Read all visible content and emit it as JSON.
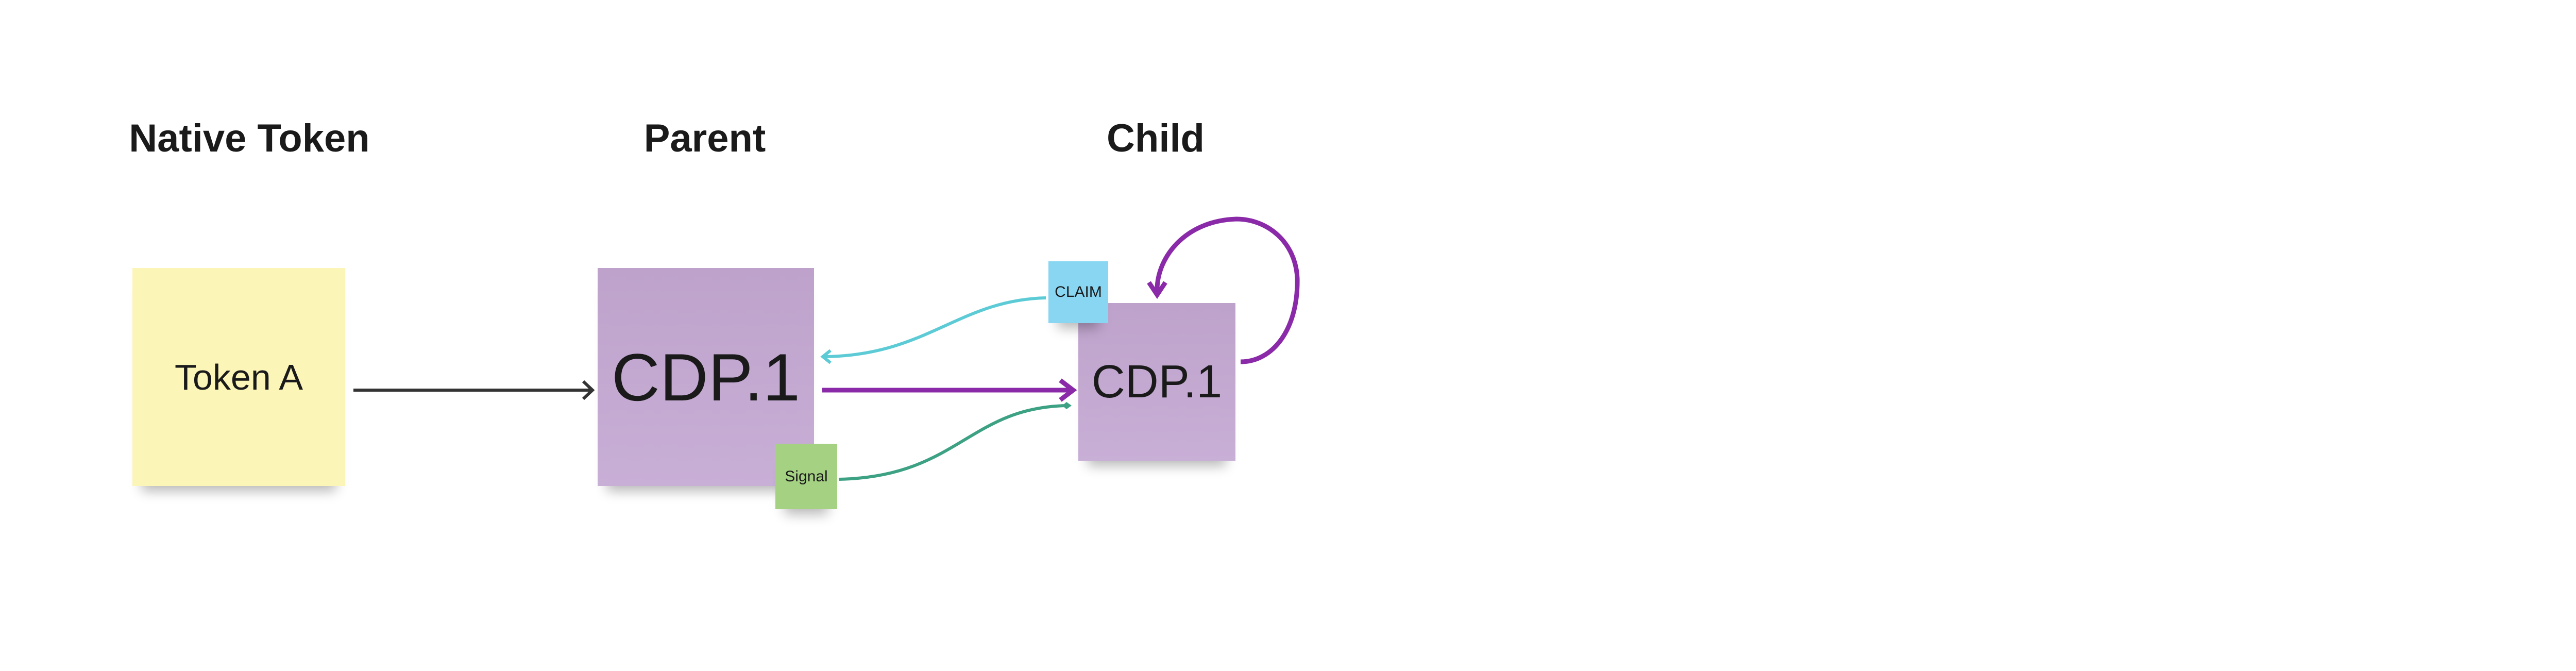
{
  "headings": {
    "native": "Native Token",
    "parent": "Parent",
    "child": "Child"
  },
  "notes": {
    "token_a": {
      "label": "Token A",
      "color": "#fcf5b8"
    },
    "parent_cdp": {
      "label": "CDP.1",
      "color": "#c2a6cf"
    },
    "child_cdp": {
      "label": "CDP.1",
      "color": "#c3a8d0"
    },
    "claim": {
      "label": "CLAIM",
      "color": "#88d6f2"
    },
    "signal": {
      "label": "Signal",
      "color": "#a4d182"
    }
  },
  "connectors": {
    "default": "#333333",
    "purple": "#8a2aa8",
    "cyan": "#5ccbd6",
    "green": "#3da183"
  }
}
